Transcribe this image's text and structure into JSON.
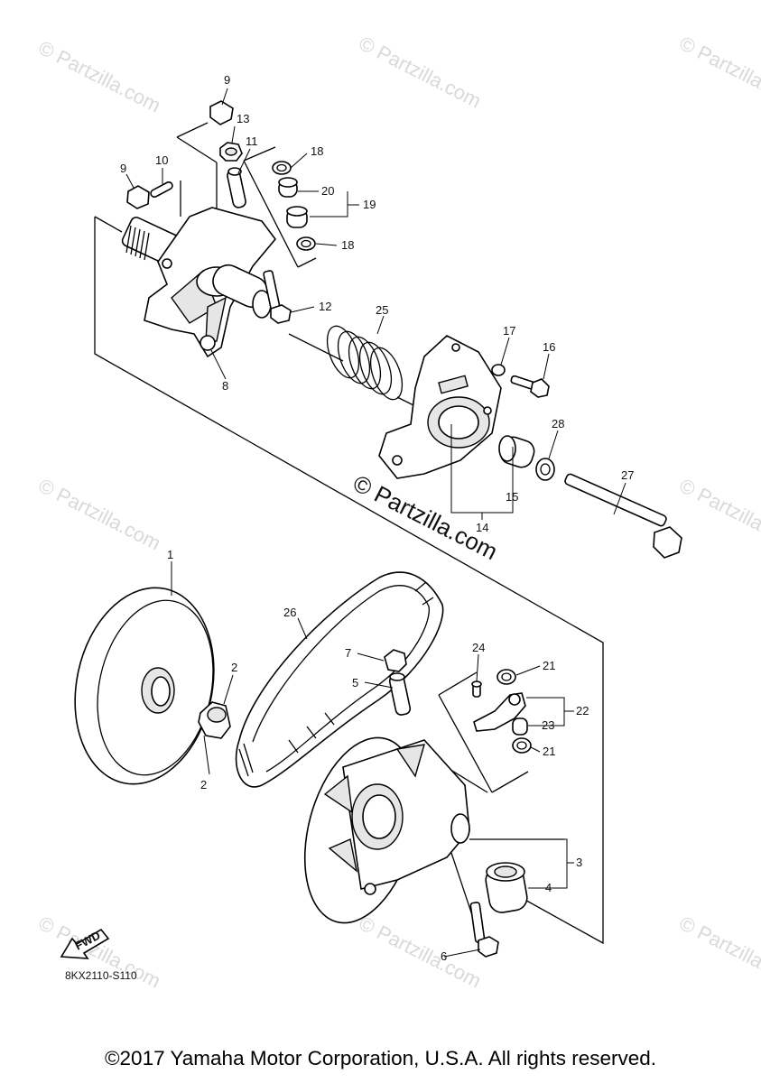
{
  "watermark": "© Partzilla.com",
  "main_watermark": "© Partzilla.com",
  "diagram_code": "8KX2110-S110",
  "fwd_label": "FWD",
  "copyright": "©2017 Yamaha Motor Corporation, U.S.A. All rights reserved.",
  "callouts": {
    "c1": "1",
    "c2a": "2",
    "c2b": "2",
    "c3": "3",
    "c4": "4",
    "c5": "5",
    "c6": "6",
    "c7": "7",
    "c8": "8",
    "c9a": "9",
    "c9b": "9",
    "c10": "10",
    "c11": "11",
    "c12": "12",
    "c13": "13",
    "c14": "14",
    "c15": "15",
    "c16": "16",
    "c17": "17",
    "c18a": "18",
    "c18b": "18",
    "c19": "19",
    "c20": "20",
    "c21a": "21",
    "c21b": "21",
    "c22": "22",
    "c23": "23",
    "c24": "24",
    "c25": "25",
    "c26": "26",
    "c27": "27",
    "c28": "28"
  }
}
